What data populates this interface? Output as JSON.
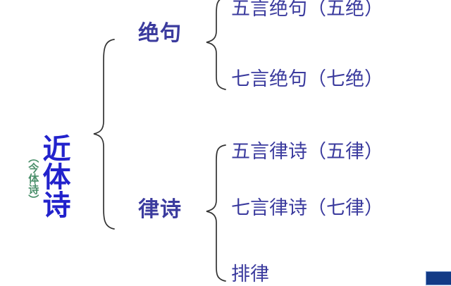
{
  "diagram": {
    "type": "bracket-tree",
    "title_text": "近体诗",
    "background_color": "#ffffff",
    "root": {
      "main_label": "近体诗",
      "alt_label": "（今体诗）",
      "main_color": "#2222cc",
      "alt_color": "#4a8f6a"
    },
    "branches": [
      {
        "label": "绝句",
        "color": "#3b3b9e",
        "children": [
          "五言绝句（五绝）",
          "七言绝句（七绝）"
        ]
      },
      {
        "label": "律诗",
        "color": "#3b3b9e",
        "children": [
          "五言律诗（五律）",
          "七言律诗（七律）",
          "排律"
        ]
      }
    ],
    "leaves": [
      "五言绝句（五绝）",
      "七言绝句（七绝）",
      "五言律诗（五律）",
      "七言律诗（七律）",
      "排律"
    ],
    "brace_color": "#333333",
    "corner_block_color": "#123a86"
  }
}
